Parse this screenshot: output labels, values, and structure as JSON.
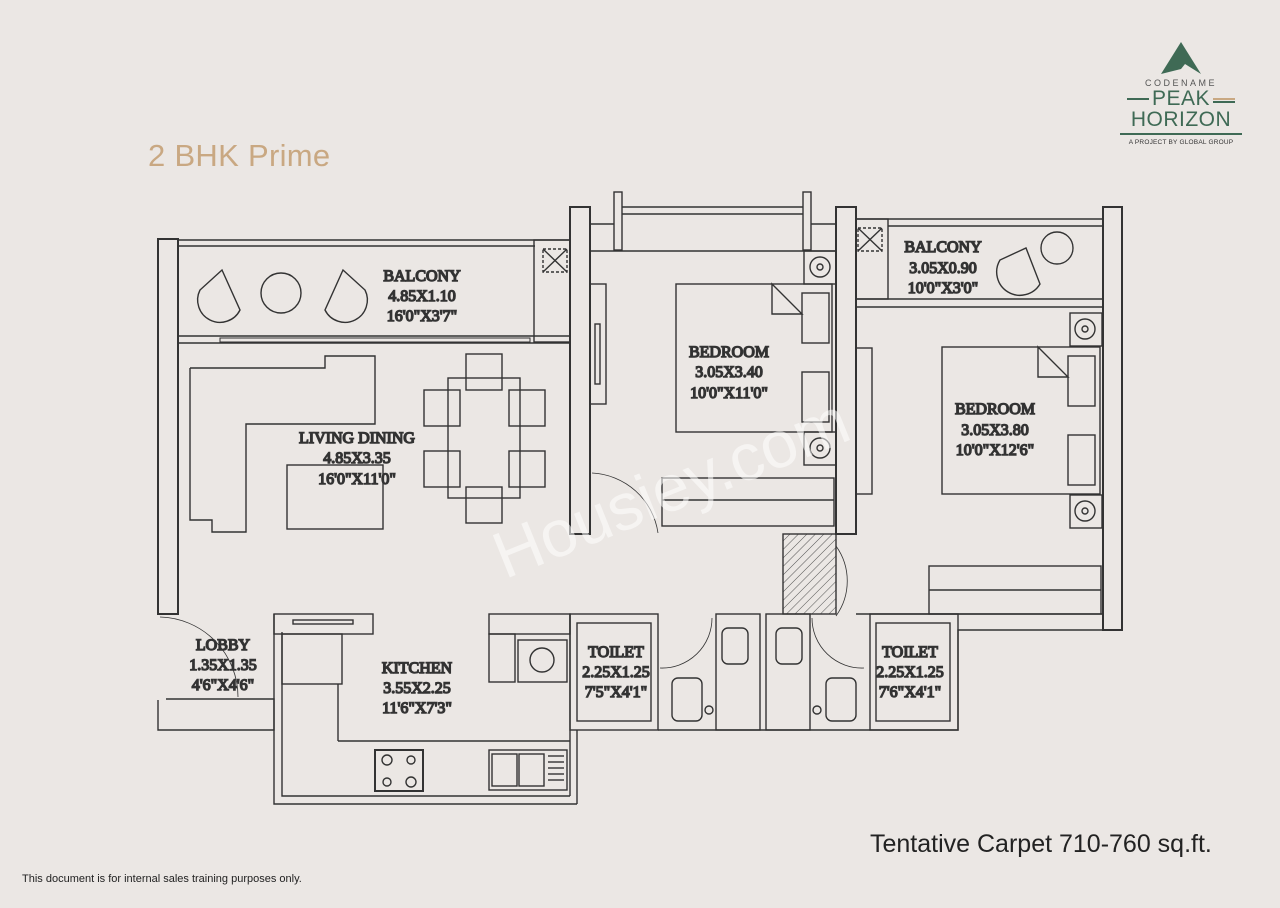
{
  "header": {
    "title": "2 BHK Prime",
    "title_color": "#c9a882"
  },
  "logo": {
    "icon": "mountain-peak-icon",
    "codename": "CODENAME",
    "line1": "PEAK",
    "line2": "HORIZON",
    "tagline": "A PROJECT BY GLOBAL GROUP",
    "brand_color": "#3f6a55",
    "accent_color": "#c9a882"
  },
  "rooms": [
    {
      "name": "BALCONY",
      "metric": "4.85X1.10",
      "imperial": "16'0\"X3'7\""
    },
    {
      "name": "LIVING DINING",
      "metric": "4.85X3.35",
      "imperial": "16'0\"X11'0\""
    },
    {
      "name": "BEDROOM",
      "metric": "3.05X3.40",
      "imperial": "10'0\"X11'0\""
    },
    {
      "name": "BALCONY",
      "metric": "3.05X0.90",
      "imperial": "10'0\"X3'0\""
    },
    {
      "name": "BEDROOM",
      "metric": "3.05X3.80",
      "imperial": "10'0\"X12'6\""
    },
    {
      "name": "LOBBY",
      "metric": "1.35X1.35",
      "imperial": "4'6\"X4'6\""
    },
    {
      "name": "KITCHEN",
      "metric": "3.55X2.25",
      "imperial": "11'6\"X7'3\""
    },
    {
      "name": "TOILET",
      "metric": "2.25X1.25",
      "imperial": "7'5\"X4'1\""
    },
    {
      "name": "TOILET",
      "metric": "2.25X1.25",
      "imperial": "7'6\"X4'1\""
    }
  ],
  "watermark": "Housiey.com",
  "footer": {
    "carpet_area": "Tentative Carpet 710-760 sq.ft.",
    "disclaimer": "This document is for internal sales training purposes only."
  }
}
